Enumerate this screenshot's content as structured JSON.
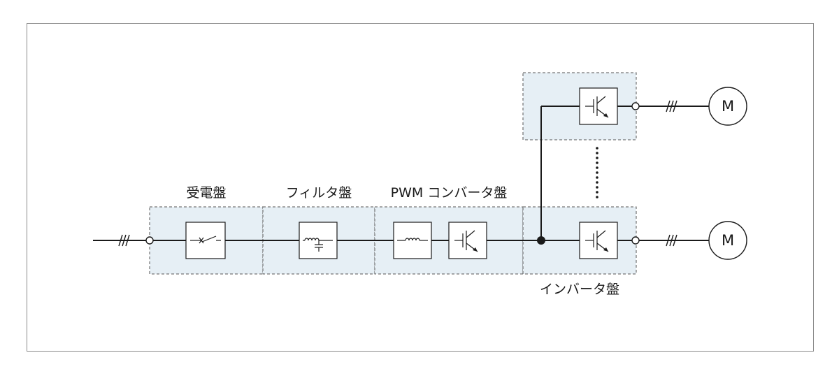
{
  "labels": {
    "receiving_panel": "受電盤",
    "filter_panel": "フィルタ盤",
    "pwm_converter_panel": "PWM コンバータ盤",
    "inverter_panel": "インバータ盤"
  },
  "motors": [
    "M",
    "M"
  ],
  "colors": {
    "panel_fill": "#e6eff5",
    "line": "#1a1a1a",
    "frame": "#8a8a8a"
  }
}
